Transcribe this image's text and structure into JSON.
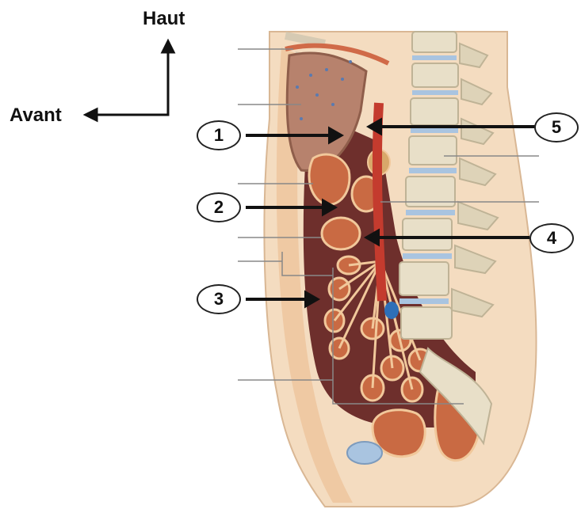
{
  "orientation": {
    "up_label": "Haut",
    "front_label": "Avant"
  },
  "callouts": [
    {
      "number": "1"
    },
    {
      "number": "2"
    },
    {
      "number": "3"
    },
    {
      "number": "4"
    },
    {
      "number": "5"
    }
  ],
  "colors": {
    "skin": "#f4dcc0",
    "organ": "#c96a43",
    "cavity": "#6e2f2c",
    "vertebra": "#e8dfc8",
    "disc": "#a9c4e0",
    "liver": "#b7826d",
    "aorta": "#c43b2e",
    "vena_cava": "#2e6fb8"
  }
}
